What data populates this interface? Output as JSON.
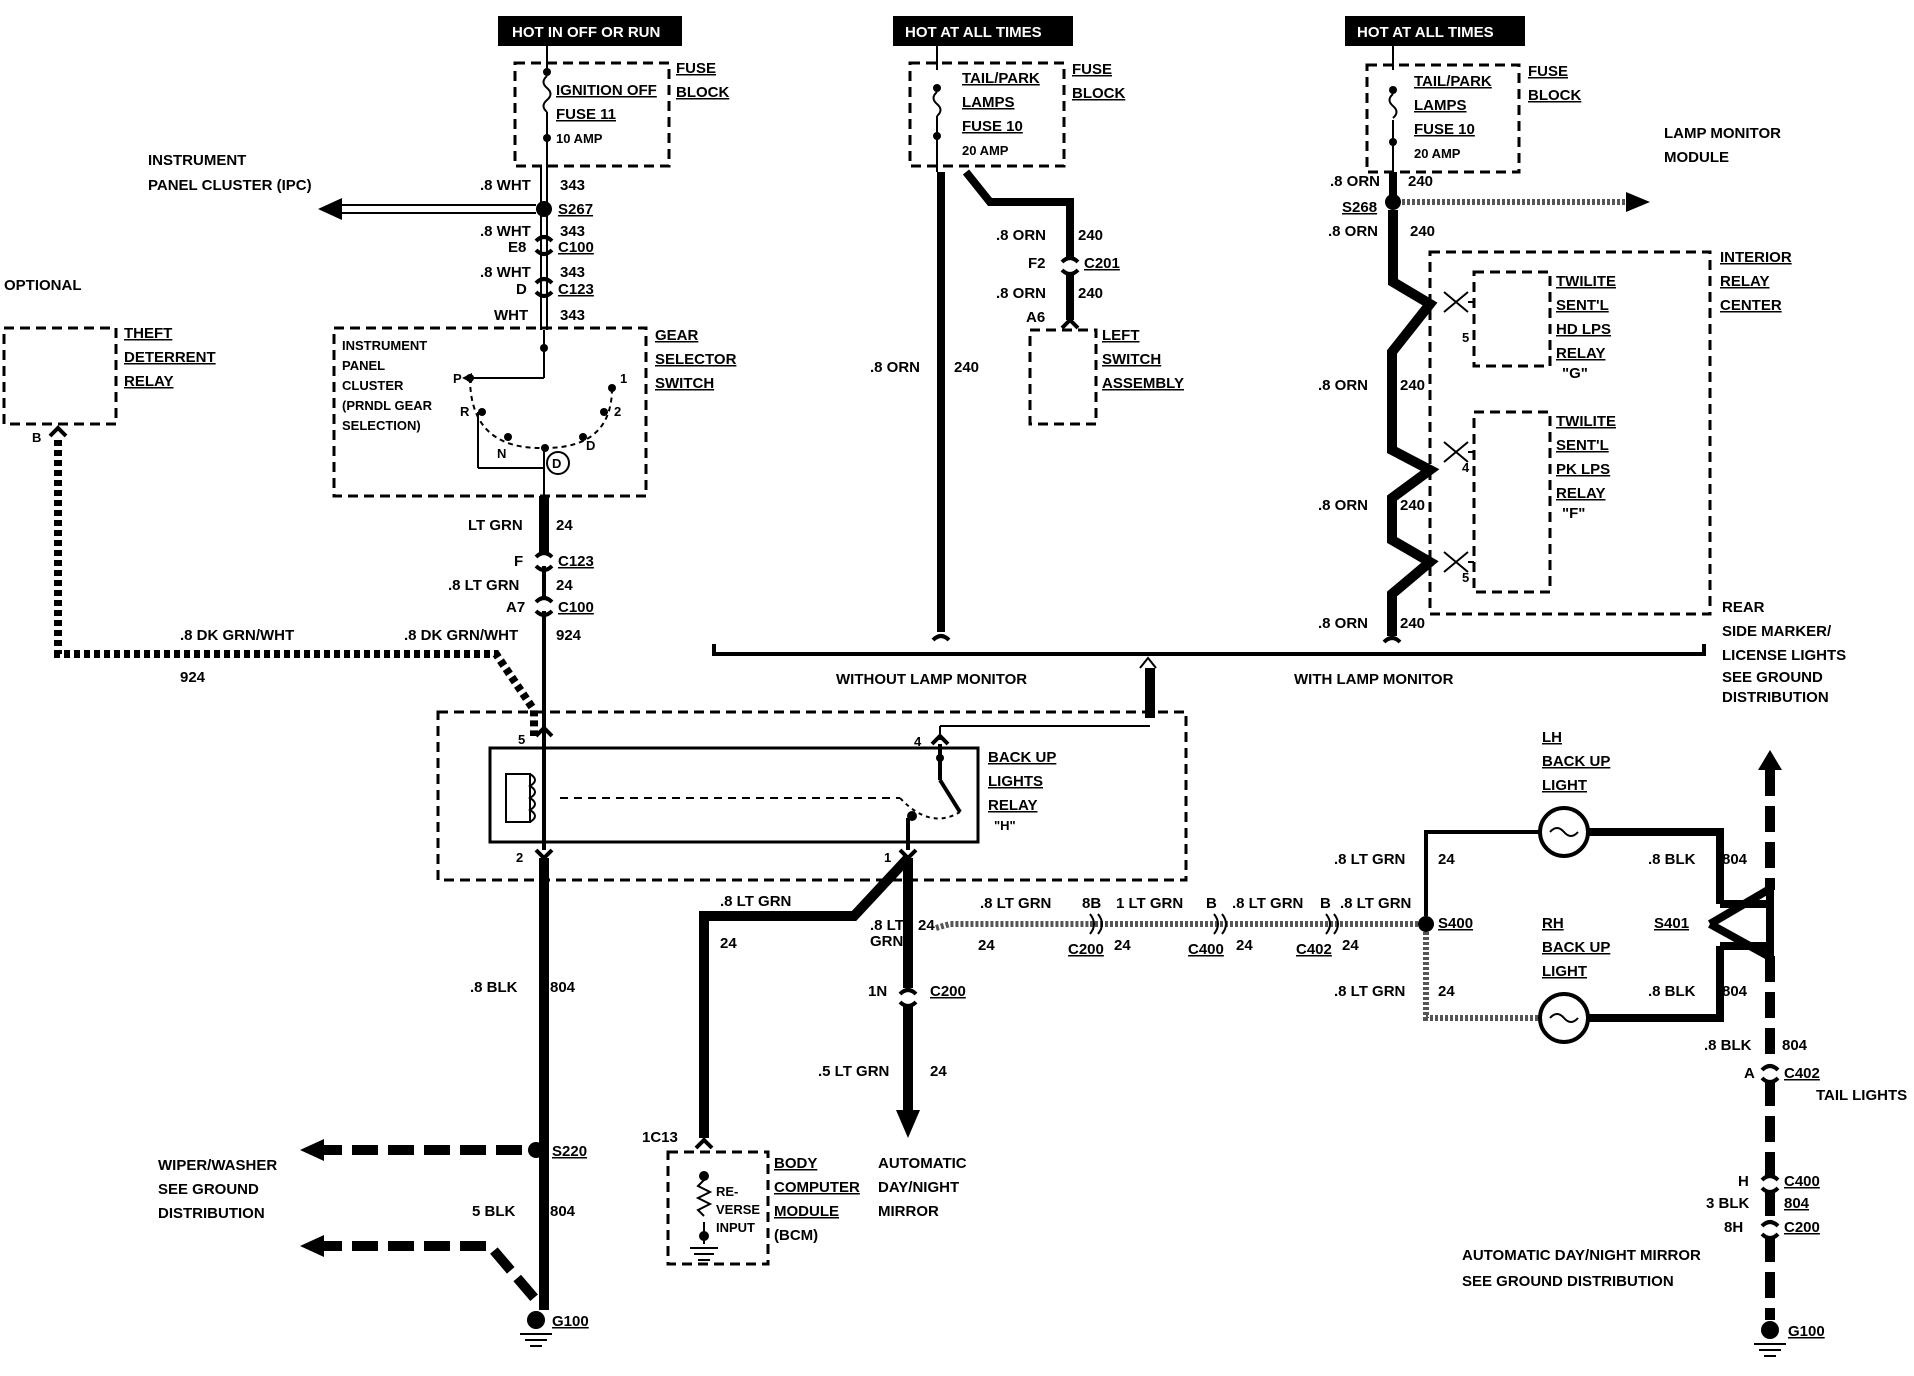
{
  "headers": {
    "hot_in_off_or_run": "HOT IN OFF OR RUN",
    "hot_at_all_times_1": "HOT AT ALL TIMES",
    "hot_at_all_times_2": "HOT AT ALL TIMES"
  },
  "fuses": {
    "fuse_block": [
      "FUSE",
      "BLOCK"
    ],
    "ignition": [
      "IGNITION OFF",
      "FUSE 11",
      "10 AMP"
    ],
    "tail_park": [
      "TAIL/PARK",
      "LAMPS",
      "FUSE 10",
      "20 AMP"
    ]
  },
  "components": {
    "ipc": "INSTRUMENT\nPANEL CLUSTER (IPC)",
    "optional": "OPTIONAL",
    "theft_relay": [
      "THEFT",
      "DETERRENT",
      "RELAY"
    ],
    "gear_selector": [
      "GEAR",
      "SELECTOR",
      "SWITCH"
    ],
    "ipc_inner": [
      "INSTRUMENT",
      "PANEL",
      "CLUSTER",
      "(PRNDL GEAR",
      "SELECTION)"
    ],
    "prndl": [
      "P",
      "R",
      "N",
      "D",
      "2",
      "1",
      "D"
    ],
    "left_switch": [
      "LEFT",
      "SWITCH",
      "ASSEMBLY"
    ],
    "lamp_monitor": [
      "LAMP MONITOR",
      "MODULE"
    ],
    "interior_relay": [
      "INTERIOR",
      "RELAY",
      "CENTER"
    ],
    "twilite_hd": [
      "TWILITE",
      "SENT'L",
      "HD LPS",
      "RELAY",
      "\"G\""
    ],
    "twilite_pk": [
      "TWILITE",
      "SENT'L",
      "PK LPS",
      "RELAY",
      "\"F\""
    ],
    "rear_side": [
      "REAR",
      "SIDE MARKER/",
      "LICENSE LIGHTS",
      "SEE GROUND",
      "DISTRIBUTION"
    ],
    "without_lamp": "WITHOUT LAMP MONITOR",
    "with_lamp": "WITH LAMP MONITOR",
    "backup_relay": [
      "BACK UP",
      "LIGHTS",
      "RELAY",
      "\"H\""
    ],
    "lh_backup": [
      "LH",
      "BACK UP",
      "LIGHT"
    ],
    "rh_backup": [
      "RH",
      "BACK UP",
      "LIGHT"
    ],
    "tail_lights": "TAIL LIGHTS",
    "wiper_washer": [
      "WIPER/WASHER",
      "SEE GROUND",
      "DISTRIBUTION"
    ],
    "bcm": [
      "BODY",
      "COMPUTER",
      "MODULE",
      "(BCM)"
    ],
    "bcm_inner": [
      "RE-",
      "VERSE",
      "INPUT"
    ],
    "auto_mirror": [
      "AUTOMATIC",
      "DAY/NIGHT",
      "MIRROR"
    ],
    "auto_mirror_gnd": [
      "AUTOMATIC DAY/NIGHT MIRROR",
      "SEE GROUND DISTRIBUTION"
    ]
  },
  "wire_labels": {
    "wht_343_a": ".8 WHT",
    "n343": "343",
    "s267": "S267",
    "wht_343_b": ".8 WHT",
    "e8": "E8",
    "c100": "C100",
    "wht_343_c": ".8 WHT",
    "d": "D",
    "c123": "C123",
    "wht": "WHT",
    "ltgrn_24": "LT GRN",
    "n24": "24",
    "f": "F",
    "ltgrn_24b": ".8 LT GRN",
    "a7": "A7",
    "dkgrnwht_1": ".8 DK GRN/WHT",
    "dkgrnwht_2": ".8 DK GRN/WHT",
    "n924": "924",
    "b": "B",
    "orn_240": ".8 ORN",
    "n240": "240",
    "f2": "F2",
    "c201": "C201",
    "a6": "A6",
    "s268": "S268",
    "blk_804": ".8 BLK",
    "n804": "804",
    "s220": "S220",
    "blk5": "5 BLK",
    "g100": "G100",
    "ltgrn8": ".8 LT GRN",
    "ltgrn8b": ".8 LT",
    "grn": "GRN",
    "c200": "C200",
    "n8b": "8B",
    "ltgrn1": "1 LT GRN",
    "c400": "C400",
    "c402": "C402",
    "s400": "S400",
    "s401": "S401",
    "n1n": "1N",
    "ltgrn5": ".5 LT GRN",
    "n1c13": "1C13",
    "blk804_tail": ".8 BLK",
    "a": "A",
    "h": "H",
    "blk3": "3 BLK",
    "n8h": "8H",
    "pin5": "5",
    "pin4": "4",
    "pin2": "2",
    "pin1": "1",
    "relay_pin5": "5",
    "relay_pin4": "4"
  }
}
